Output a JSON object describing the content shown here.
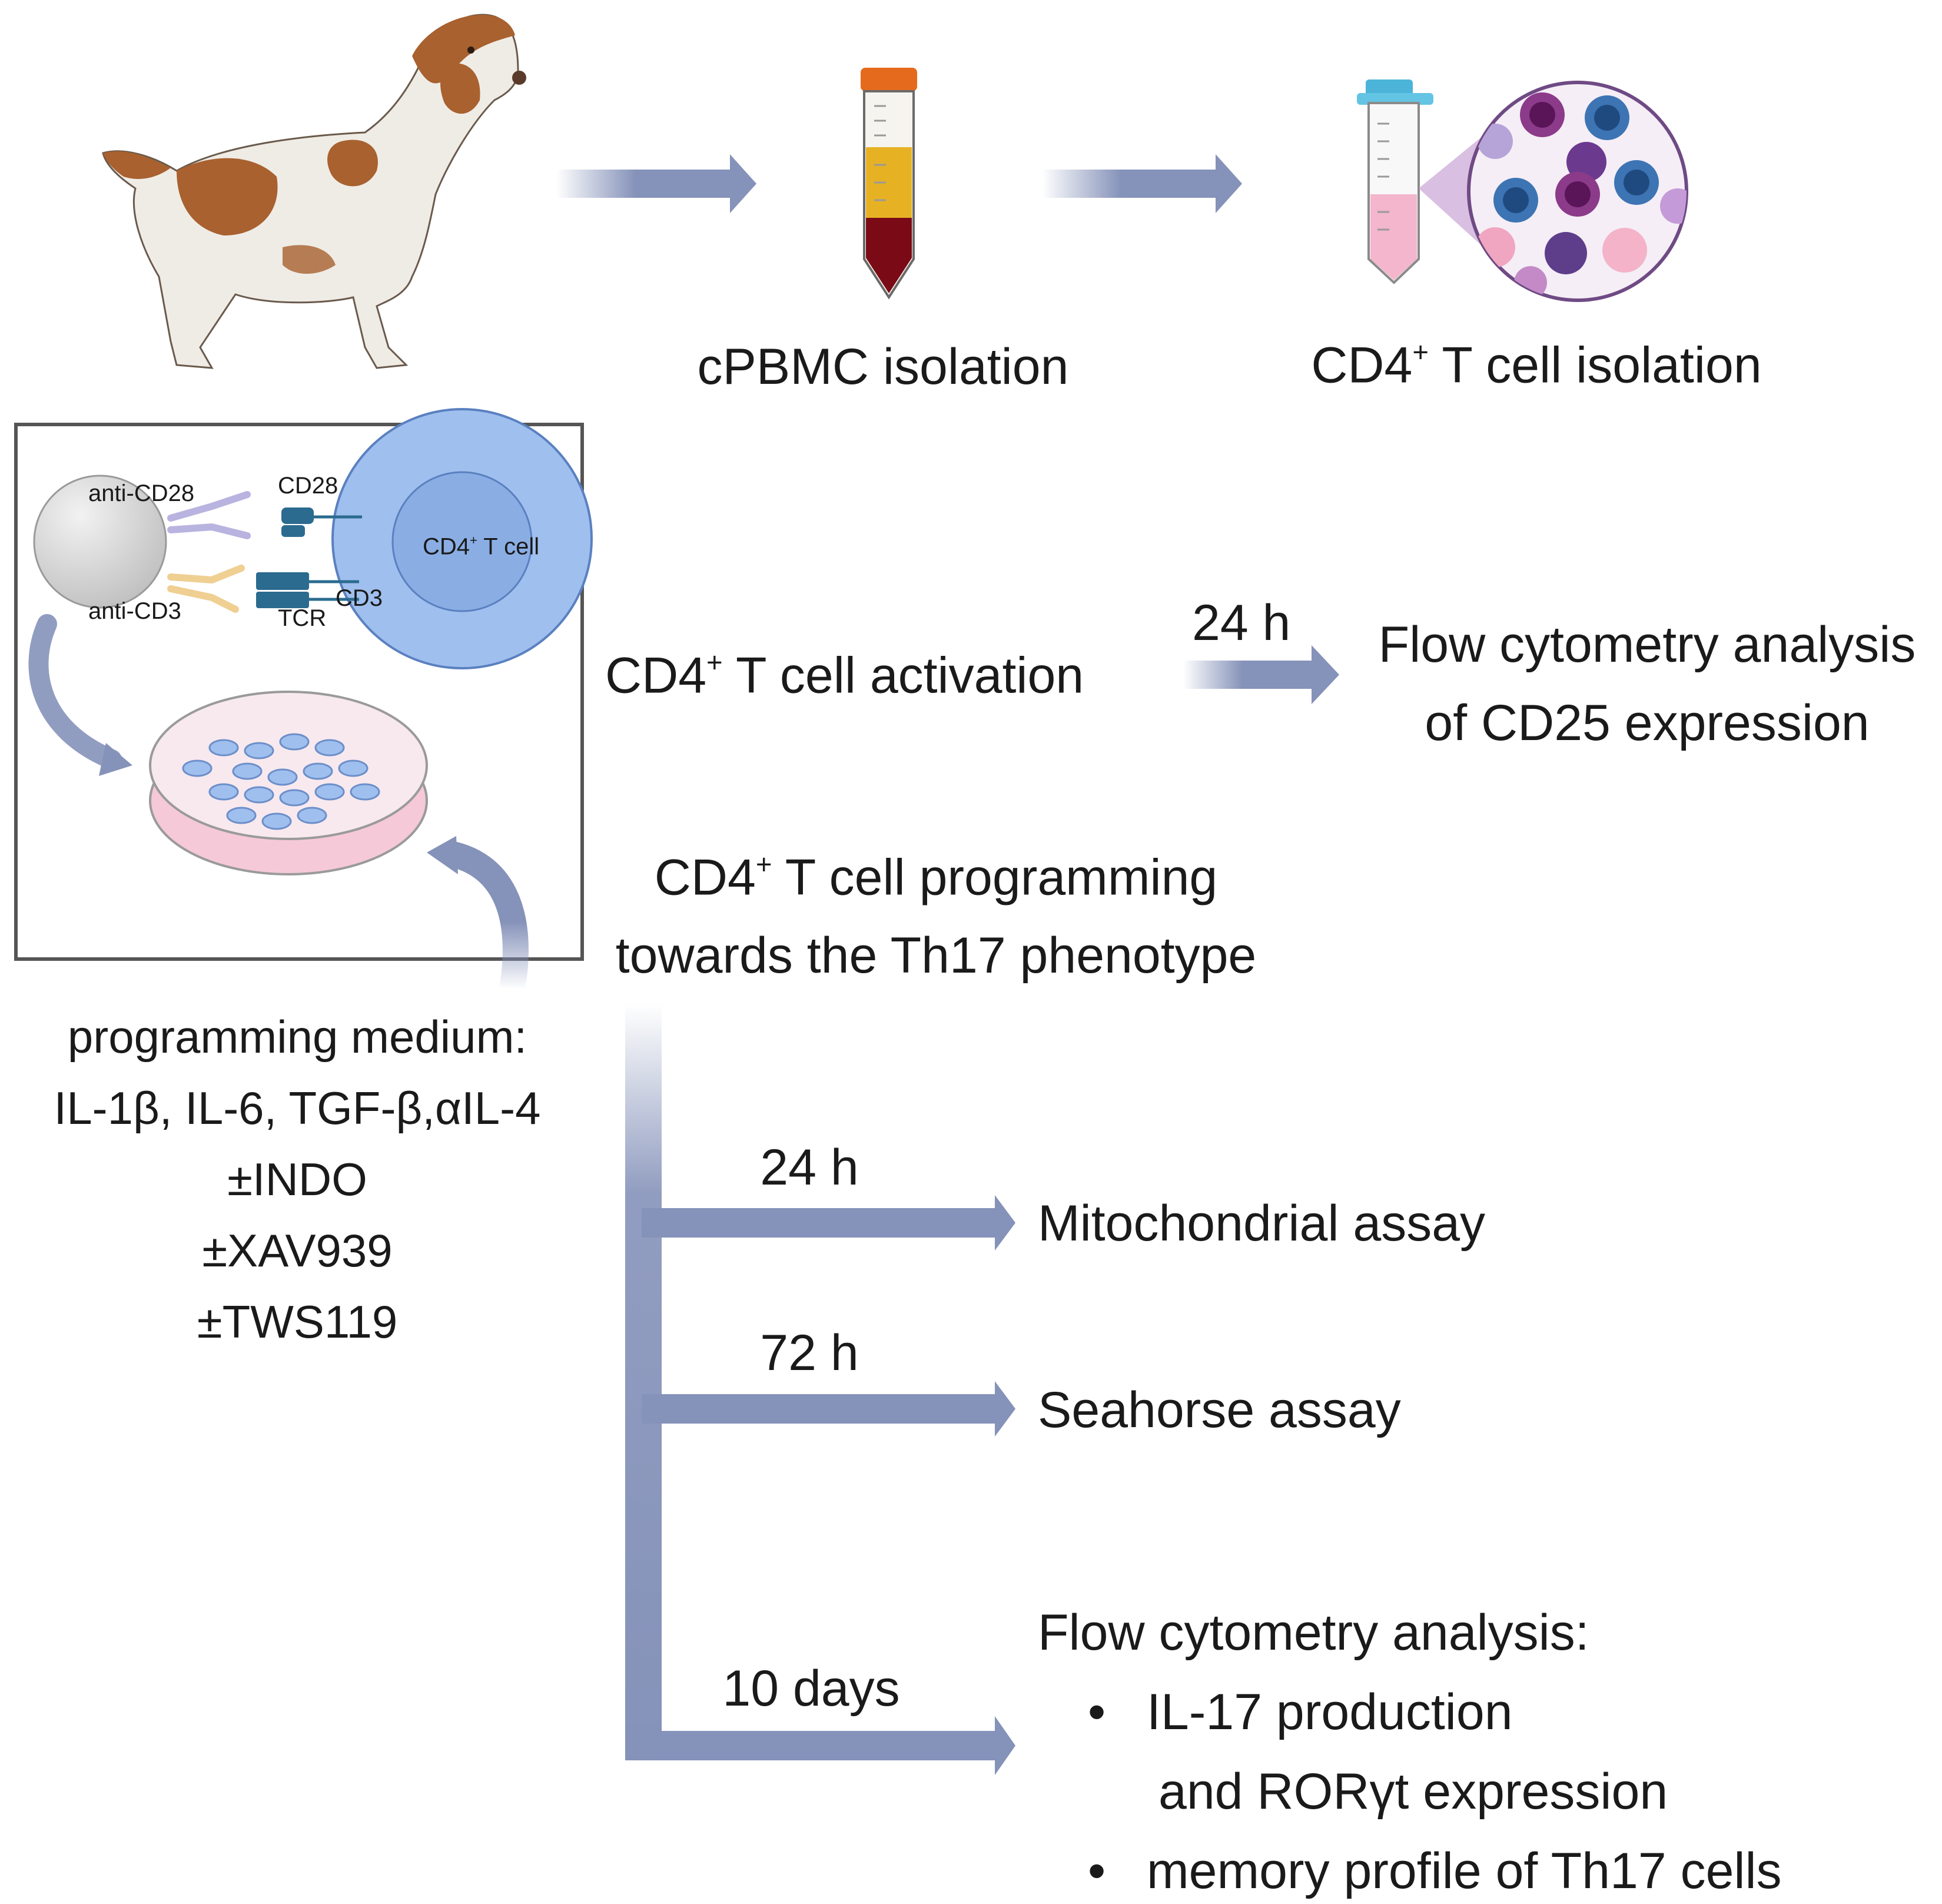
{
  "top": {
    "step1": "cPBMC isolation",
    "step2_prefix": "CD4",
    "step2_sup": "+",
    "step2_suffix": " T cell  isolation"
  },
  "inset": {
    "anti_cd28": "anti-CD28",
    "anti_cd3": "anti-CD3",
    "cd28": "CD28",
    "tcr": "TCR",
    "cd3": "CD3",
    "cell_prefix": "CD4",
    "cell_sup": "+",
    "cell_suffix": " T cell"
  },
  "activation": {
    "prefix": "CD4",
    "sup": "+",
    "suffix": " T cell  activation",
    "time": "24 h",
    "result_line1": "Flow cytometry analysis",
    "result_line2": "of CD25 expression"
  },
  "programming": {
    "line1_prefix": "CD4",
    "line1_sup": "+",
    "line1_suffix": " T cell  programming",
    "line2": "towards the Th17 phenotype"
  },
  "medium": {
    "title": "programming medium:",
    "line1": "IL-1β, IL-6, TGF-β,αIL-4",
    "line2": "±INDO",
    "line3": "±XAV939",
    "line4": "±TWS119"
  },
  "branches": [
    {
      "time": "24 h",
      "label": "Mitochondrial assay"
    },
    {
      "time": "72 h",
      "label": "Seahorse assay"
    },
    {
      "time": "10 days",
      "label": "Flow cytometry analysis:"
    }
  ],
  "final_bullets": {
    "b1_line1": "IL-17 production",
    "b1_line2": "and RORγt expression",
    "b2": "memory profile of Th17 cells"
  },
  "colors": {
    "arrow": "#8592b9",
    "box_border": "#555555",
    "dog_brown": "#a8612f",
    "dog_white": "#efece6",
    "blood": "#7a0b16",
    "plasma": "#e6b224",
    "cell_blue": "#9fbfee",
    "dish_pink": "#f5c9d8"
  }
}
